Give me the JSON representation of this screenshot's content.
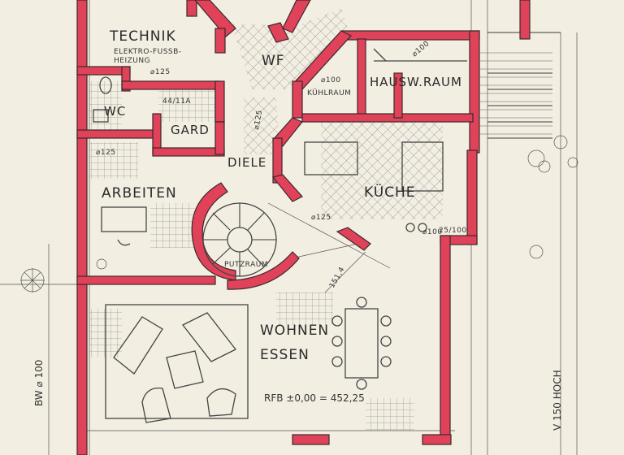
{
  "rooms": {
    "technik": "TECHNIK",
    "technik_sub_1": "ELEKTRO-FUSSB-",
    "technik_sub_2": "HEIZUNG",
    "technik_sub_3": "⌀125",
    "wf": "WF",
    "hausw_raum": "HAUSW.RAUM",
    "kuhlraum": "KÜHLRAUM",
    "kuhlraum_dim": "⌀100",
    "hausw_dim": "⌀100",
    "wc": "WC",
    "gard": "GARD",
    "diele": "DIELE",
    "arbeiten": "ARBEITEN",
    "kuche": "KÜCHE",
    "putzraum": "PUTZRAUM",
    "wohnen": "WOHNEN",
    "essen": "ESSEN"
  },
  "dimensions": {
    "rfb": "RFB ±0,00 = 452,25",
    "bw": "BW ⌀ 100",
    "hoch": "V 150 HOCH",
    "d125_a": "⌀125",
    "d125_b": "⌀125",
    "d125_c": "⌀125",
    "d151": "151,4",
    "d100": "⌀100",
    "d25": "25/100",
    "d44": "44/11A"
  },
  "colors": {
    "wall": "#e0425a",
    "paper": "#f3eee2",
    "ink": "#3b3b3b"
  }
}
